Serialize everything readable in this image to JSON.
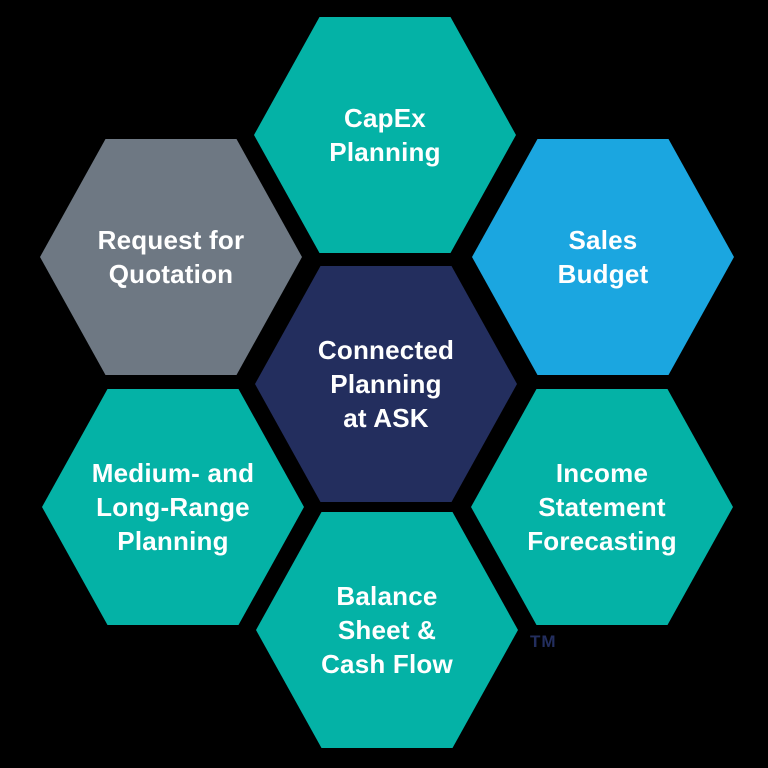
{
  "diagram": {
    "title": "Connected Planning at ASK",
    "background": "#000000",
    "trademark": "TM",
    "colors": {
      "teal": "#04B2A6",
      "blue": "#1BA6E0",
      "navy": "#232E5E",
      "gray": "#6E7883",
      "label_text": "#FFFFFF"
    },
    "center_hexagon": {
      "id": "connected-planning-at-ask",
      "color": "#232E5E",
      "lines": [
        "Connected",
        "Planning",
        "at ASK"
      ]
    },
    "hexagons": [
      {
        "id": "capex-planning",
        "position": "top",
        "color": "#04B2A6",
        "lines": [
          "CapEx",
          "Planning"
        ]
      },
      {
        "id": "sales-budget",
        "position": "top-right",
        "color": "#1BA6E0",
        "lines": [
          "Sales",
          "Budget"
        ]
      },
      {
        "id": "income-statement-forecasting",
        "position": "bottom-right",
        "color": "#04B2A6",
        "lines": [
          "Income",
          "Statement",
          "Forecasting"
        ]
      },
      {
        "id": "balance-sheet-cash-flow",
        "position": "bottom",
        "color": "#04B2A6",
        "lines": [
          "Balance",
          "Sheet &",
          "Cash Flow"
        ]
      },
      {
        "id": "medium-long-range-planning",
        "position": "bottom-left",
        "color": "#04B2A6",
        "lines": [
          "Medium- and",
          "Long-Range",
          "Planning"
        ]
      },
      {
        "id": "request-for-quotation",
        "position": "top-left",
        "color": "#6E7883",
        "lines": [
          "Request for",
          "Quotation"
        ]
      }
    ]
  }
}
